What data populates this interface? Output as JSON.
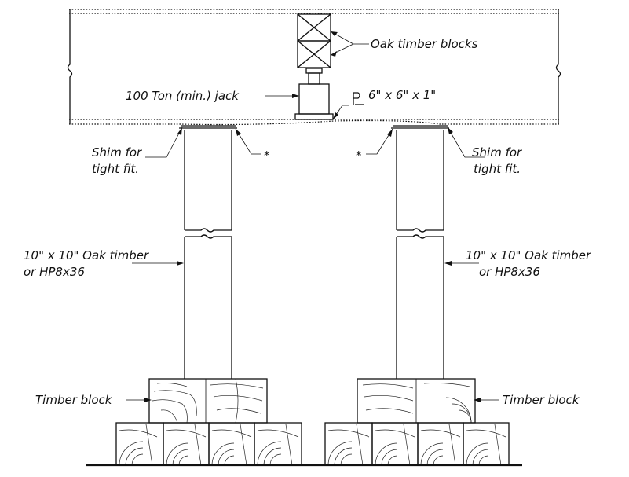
{
  "labels": {
    "oak_timber_blocks": "Oak timber blocks",
    "jack": "100 Ton (min.) jack",
    "plate": "6\" x 6\" x 1\"",
    "shim_left_line1": "Shim for",
    "shim_left_line2": "tight fit.",
    "shim_right_line1": "Shim for",
    "shim_right_line2": "tight fit.",
    "asterisk_left": "*",
    "asterisk_right": "*",
    "post_left_line1": "10\" x 10\" Oak timber",
    "post_left_line2": "or HP8x36",
    "post_right_line1": "10\" x 10\" Oak timber",
    "post_right_line2": "or HP8x36",
    "timber_block_left": "Timber block",
    "timber_block_right": "Timber block"
  },
  "symbols": {
    "plate_symbol": "plate-symbol"
  }
}
